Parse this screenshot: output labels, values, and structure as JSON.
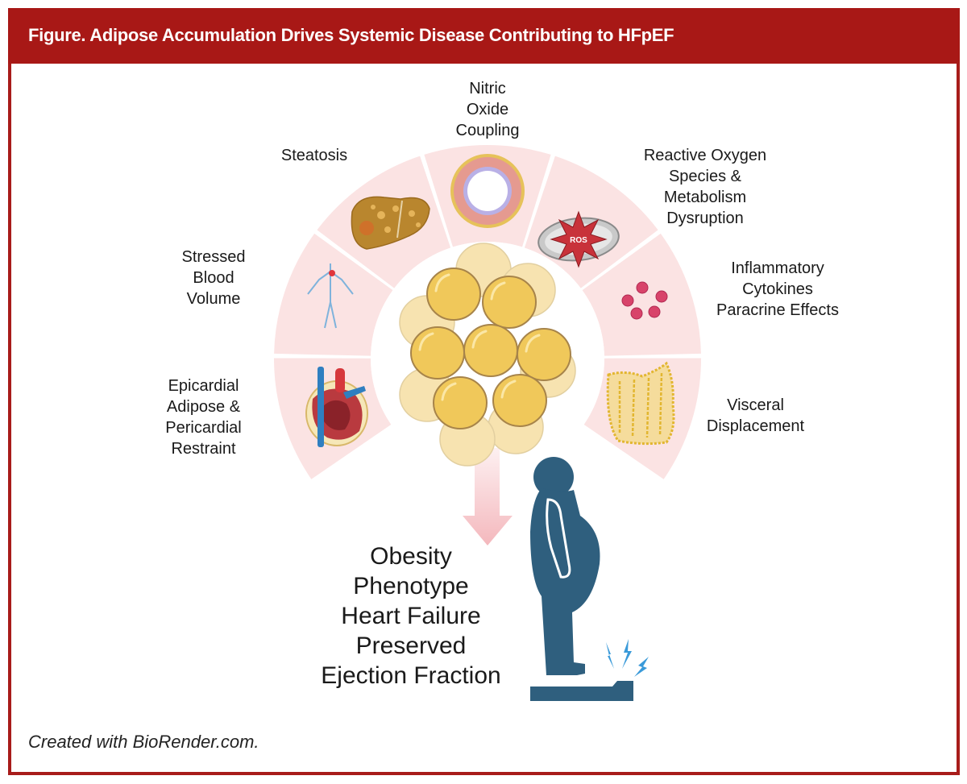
{
  "figure": {
    "title": "Figure. Adipose Accumulation Drives Systemic Disease Contributing to HFpEF",
    "credit": "Created with BioRender.com.",
    "colors": {
      "frame": "#a81c1a",
      "ring_segment": "#fbe3e3",
      "person": "#2f5f7e",
      "arrow": "#f6c3c6",
      "adipocyte": "#f0c85a",
      "adipocyte_back": "#f7e3b0",
      "lightning": "#3a9ad9"
    }
  },
  "segments": [
    {
      "id": "epicardial",
      "icon": "heart-icon",
      "lines": [
        "Epicardial",
        "Adipose &",
        "Pericardial",
        "Restraint"
      ]
    },
    {
      "id": "blood-volume",
      "icon": "circulatory-system-icon",
      "lines": [
        "Stressed",
        "Blood",
        "Volume"
      ]
    },
    {
      "id": "steatosis",
      "icon": "fatty-liver-icon",
      "lines": [
        "Steatosis"
      ]
    },
    {
      "id": "nitric-oxide",
      "icon": "blood-vessel-icon",
      "lines": [
        "Nitric",
        "Oxide",
        "Coupling"
      ]
    },
    {
      "id": "ros",
      "icon": "mitochondrion-ros-icon",
      "icon_text": "ROS",
      "lines": [
        "Reactive Oxygen",
        "Species &",
        "Metabolism",
        "Dysruption"
      ]
    },
    {
      "id": "cytokines",
      "icon": "cytokines-icon",
      "lines": [
        "Inflammatory",
        "Cytokines",
        "Paracrine Effects"
      ]
    },
    {
      "id": "visceral",
      "icon": "visceral-fat-icon",
      "lines": [
        "Visceral",
        "Displacement"
      ]
    }
  ],
  "center": {
    "icon": "adipocyte-cluster-icon"
  },
  "outcome": {
    "lines": [
      "Obesity",
      "Phenotype",
      "Heart Failure",
      "Preserved",
      "Ejection Fraction"
    ]
  }
}
